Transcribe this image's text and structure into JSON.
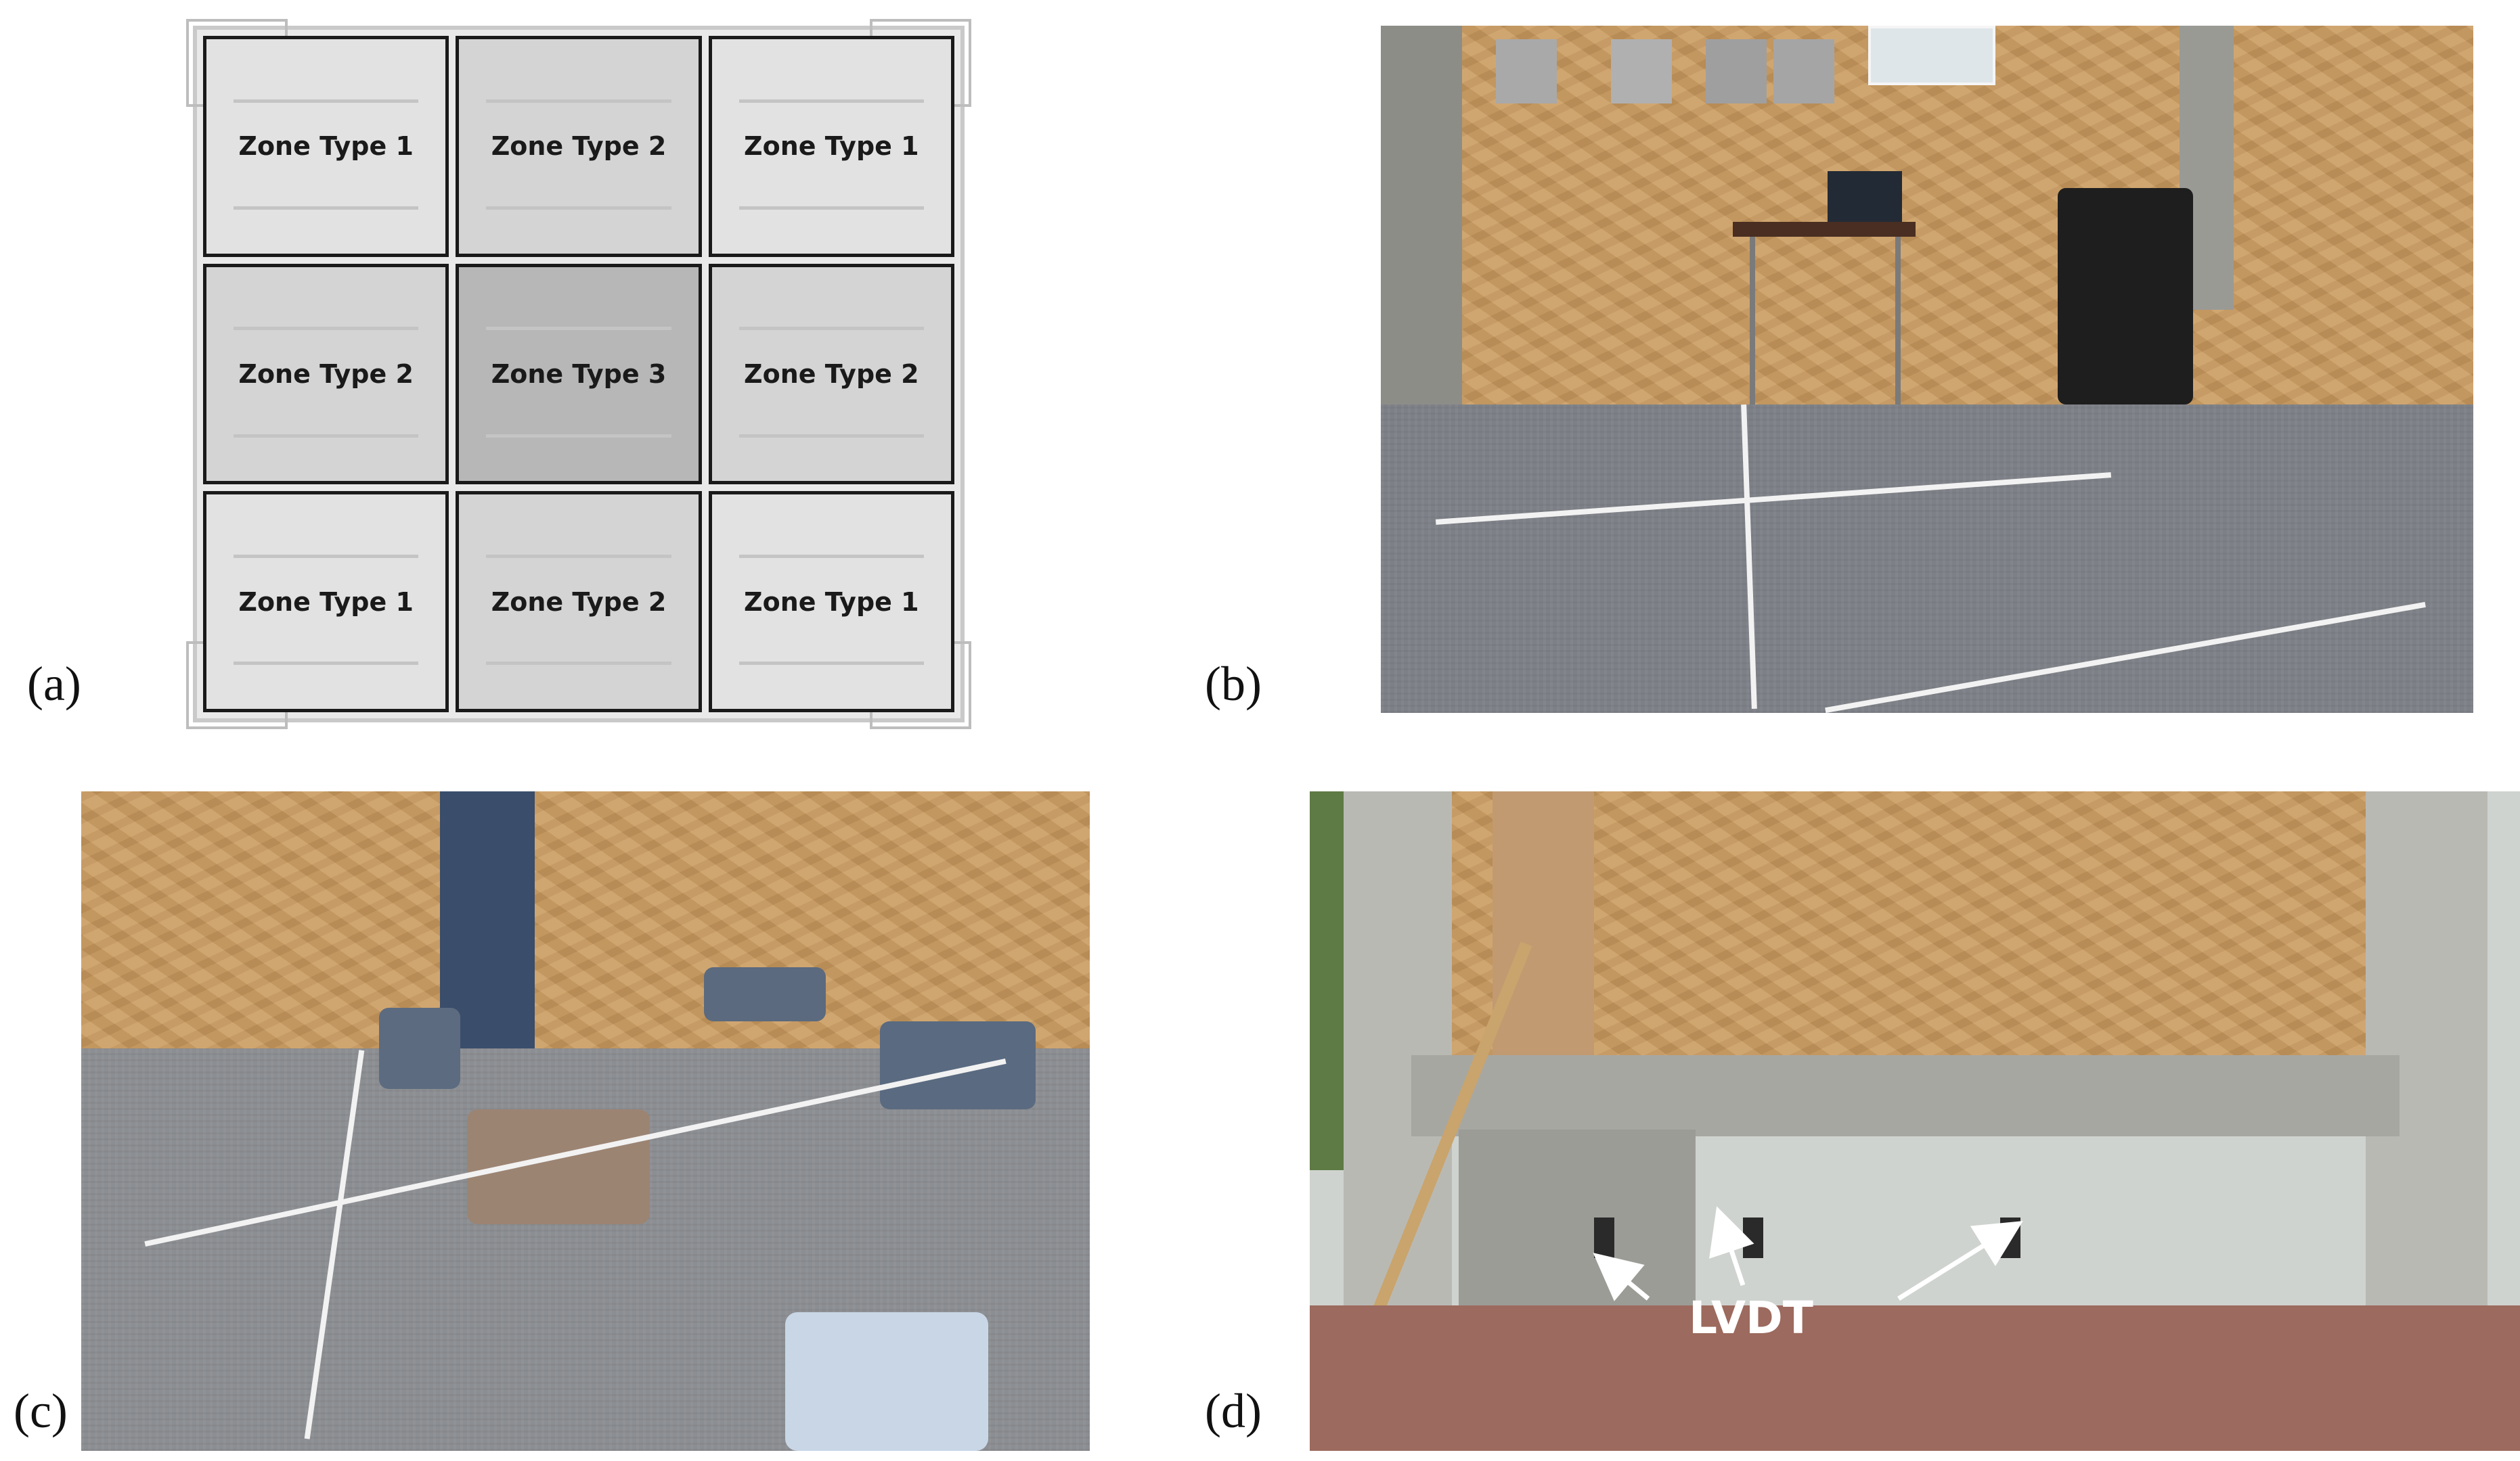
{
  "panel_labels": {
    "a": "(a)",
    "b": "(b)",
    "c": "(c)",
    "d": "(d)"
  },
  "zones": [
    {
      "label": "Zone Type 1",
      "type": 1
    },
    {
      "label": "Zone Type 2",
      "type": 2
    },
    {
      "label": "Zone Type 1",
      "type": 1
    },
    {
      "label": "Zone Type 2",
      "type": 2
    },
    {
      "label": "Zone Type 3",
      "type": 3
    },
    {
      "label": "Zone Type 2",
      "type": 2
    },
    {
      "label": "Zone Type 1",
      "type": 1
    },
    {
      "label": "Zone Type 2",
      "type": 2
    },
    {
      "label": "Zone Type 1",
      "type": 1
    }
  ],
  "panel_d": {
    "annotation": "LVDT"
  },
  "colors": {
    "osb_board": "#c89a62",
    "floor_tile": "#7d8086",
    "concrete": "#b9b9b4",
    "brick": "#9c6a5e"
  }
}
